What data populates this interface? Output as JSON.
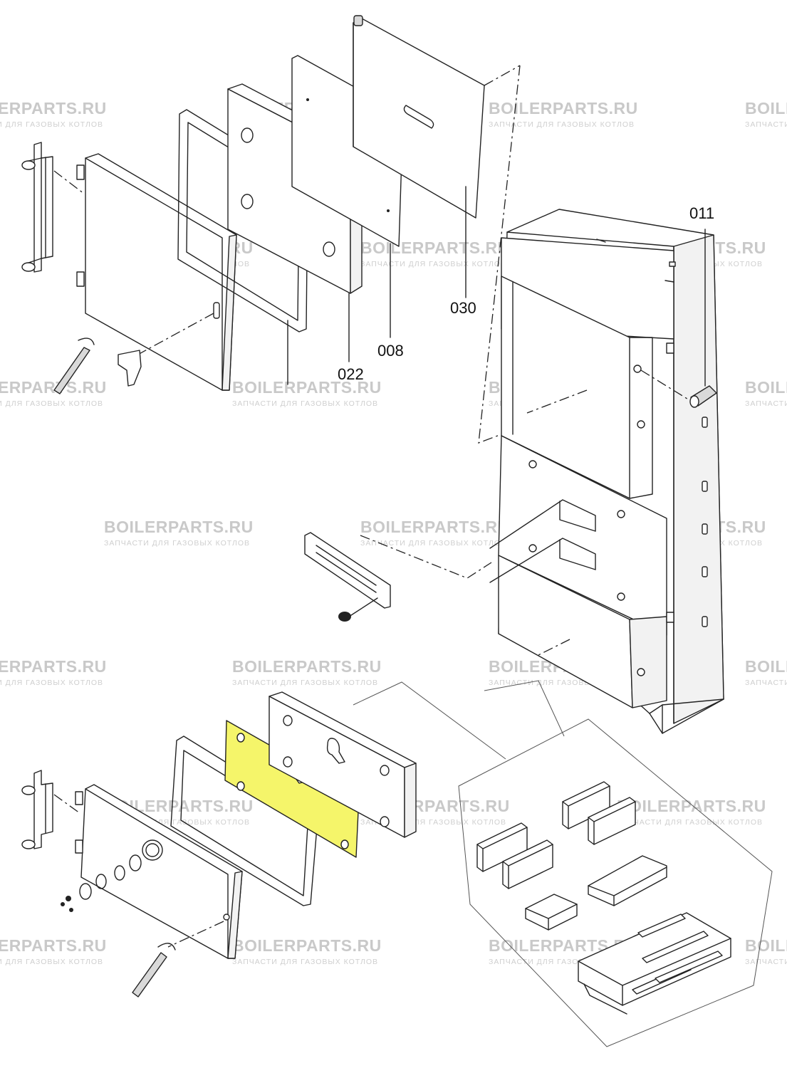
{
  "diagram": {
    "part_labels": {
      "p011": "011",
      "p030": "030",
      "p008": "008",
      "p022": "022"
    },
    "highlight_color": "#f5f56a",
    "watermark": {
      "main": "BOILERPARTS.RU",
      "sub": "ЗАПЧАСТИ ДЛЯ ГАЗОВЫХ КОТЛОВ",
      "color": "#c9c9c9"
    }
  }
}
